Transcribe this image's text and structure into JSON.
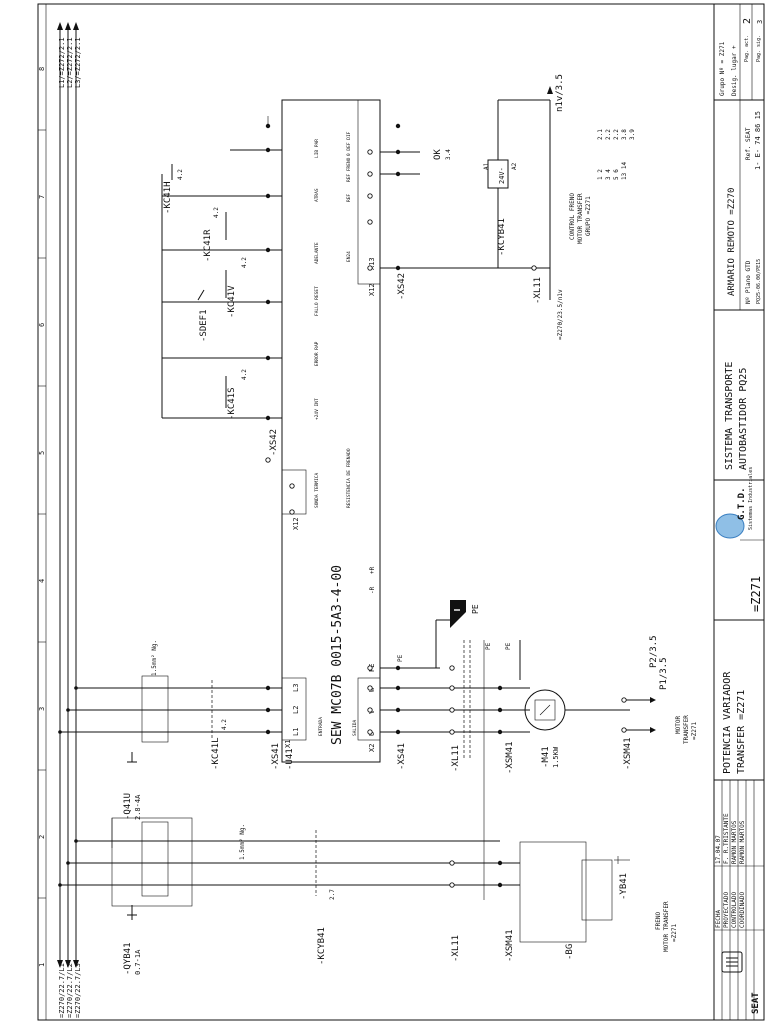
{
  "columns": [
    "1",
    "2",
    "3",
    "4",
    "5",
    "6",
    "7",
    "8"
  ],
  "supply": {
    "left_refs": [
      "=Z270/22.7/L1",
      "=Z270/22.7/L2",
      "=Z270/22.7/L3"
    ],
    "right_refs": [
      "L1/=Z272/2.1",
      "L2/=Z272/2.1",
      "L3/=Z272/2.1"
    ]
  },
  "devices": {
    "qyb41": {
      "tag": "-QYB41",
      "rating": "0.7-1A"
    },
    "q41u": {
      "tag": "-Q41U",
      "rating": "2.8-4A"
    },
    "kcyb41_main": {
      "tag": "-KCYB41",
      "ref": "2.7"
    },
    "kc41l": {
      "tag": "-KC41L",
      "ref": "4.2"
    },
    "u41": {
      "tag": "-U41"
    },
    "inverter": {
      "title": "SEW MC07B 0015-5A3-4-00",
      "entrada": "ENTRADA",
      "salida": "SALIDA",
      "sonda": "SONDA TERMICA",
      "resist": "RESISTENCIA DE FRENADO",
      "l1": "L1",
      "l2": "L2",
      "l3": "L3",
      "u": "U",
      "v": "V",
      "w": "W",
      "pe": "PE",
      "x1": "X1",
      "x2": "X2",
      "x12": "X12",
      "x13": "X13",
      "plus_r": "+R",
      "minus_r": "-R"
    },
    "io_labels": [
      "+24V INT",
      "ERROR RAP",
      "FALLO RESET",
      "ADELANTE",
      "ATRAS",
      "LIB PAR",
      "REF",
      "REF FRENO",
      "0 DEF DIF",
      "EN24"
    ],
    "contacts": {
      "kc41s": "-KC41S",
      "sdef1": "-SDEF1",
      "kc41v": "-KC41V",
      "kc41r": "-KC41R",
      "kc41h": "-KC41H",
      "contact_ref": "4.2"
    },
    "xs42": "-XS42",
    "xs41": "-XS41",
    "xl11": "-XL11",
    "xsm41": "-XSM41",
    "m41": {
      "tag": "-M41",
      "power": "1.5KW"
    },
    "kcyb41_coil": {
      "tag": "-KCYB41",
      "a1": "A1",
      "a2": "A2",
      "voltage": "24V-"
    },
    "ok": {
      "label": "OK",
      "ref": "3.4"
    },
    "n1v": {
      "top": "n1v/3.5",
      "bottom": "=Z270/23.5/n1v"
    },
    "p_refs": {
      "p2": "P2/3.5",
      "p1": "P1/3.5"
    },
    "pe": "PE",
    "yb41": "-YB41",
    "bg": "-BG",
    "cable_a": "1.5mm² Ng.",
    "cable_b": "1.5mm² Ng.",
    "notes": {
      "control_freno": [
        "CONTROL FRENO",
        "MOTOR TRANSFER",
        "GRUPO =Z271"
      ],
      "motor": [
        "MOTOR",
        "TRANSFER",
        "=Z271"
      ],
      "freno": [
        "FRENO",
        "MOTOR TRANSFER",
        "=Z271"
      ],
      "cross_refs": [
        "2.1",
        "2.2",
        "2.2",
        "3.8",
        "3.9"
      ],
      "cross_pairs": [
        "1 2",
        "3 4",
        "5 6",
        "13 14"
      ]
    }
  },
  "title_block": {
    "rows": [
      {
        "label": "FECHA",
        "value": "17.04.07"
      },
      {
        "label": "PROYECTADO",
        "value": "F. R.TRISTANTE"
      },
      {
        "label": "CONTROLADO",
        "value": "RAMON MARTOS"
      },
      {
        "label": "COORDINADO",
        "value": "RAMON MARTOS"
      }
    ],
    "brand": "SEAT",
    "title1": "POTENCIA VARIADOR",
    "title2": "TRANSFER =Z271",
    "group_code": "=Z271",
    "company": "G.T.D.",
    "company_sub": "Sistemas Industriales",
    "system1": "SISTEMA TRANSPORTE",
    "system2": "AUTOBASTIDOR PQ25",
    "plan_label": "Nº Plano GTD",
    "plan_value": "PQ25-06.00/PE15",
    "cabinet": "ARMARIO REMOTO =Z270",
    "ref_label": "Ref. SEAT",
    "ref_value": "1- E- 74 86 15",
    "grupo": "Grupo Nº = Z271",
    "desig": "Desig. lugar +",
    "sheet_no": "2",
    "next": "3",
    "hoja_act": "Pag. act.",
    "hoja_sig": "Pag. sig."
  }
}
